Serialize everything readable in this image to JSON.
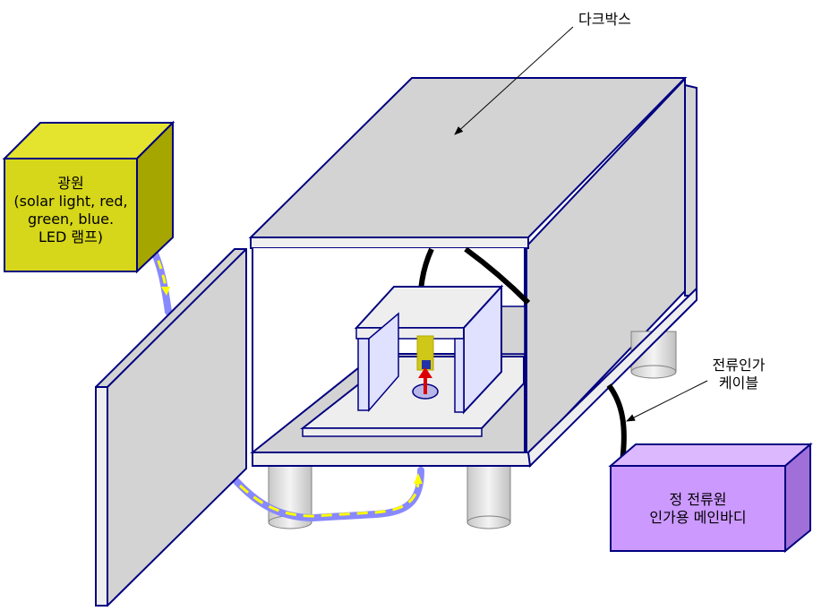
{
  "labels": {
    "dark_box": "다크박스",
    "light_source": [
      "광원",
      "(solar light, red,",
      "green, blue.",
      "LED 램프)"
    ],
    "cable": [
      "전류인가",
      "케이블"
    ],
    "power_supply": [
      "정 전류원",
      "인가용 메인바디"
    ]
  },
  "colors": {
    "box_gray": "#d3d3d3",
    "outline": "#000080",
    "light_front": "#d6d61a",
    "light_top": "#e4e42e",
    "light_side": "#a6a600",
    "power_front": "#cc99ff",
    "power_top": "#dcb8ff",
    "power_side": "#a070d8",
    "fiber": "#8888ff",
    "arrow_dash": "#ffff00",
    "sample_panel": "#e0e0ff",
    "probe": "#d0c818",
    "red_arrow": "#dd0000"
  }
}
